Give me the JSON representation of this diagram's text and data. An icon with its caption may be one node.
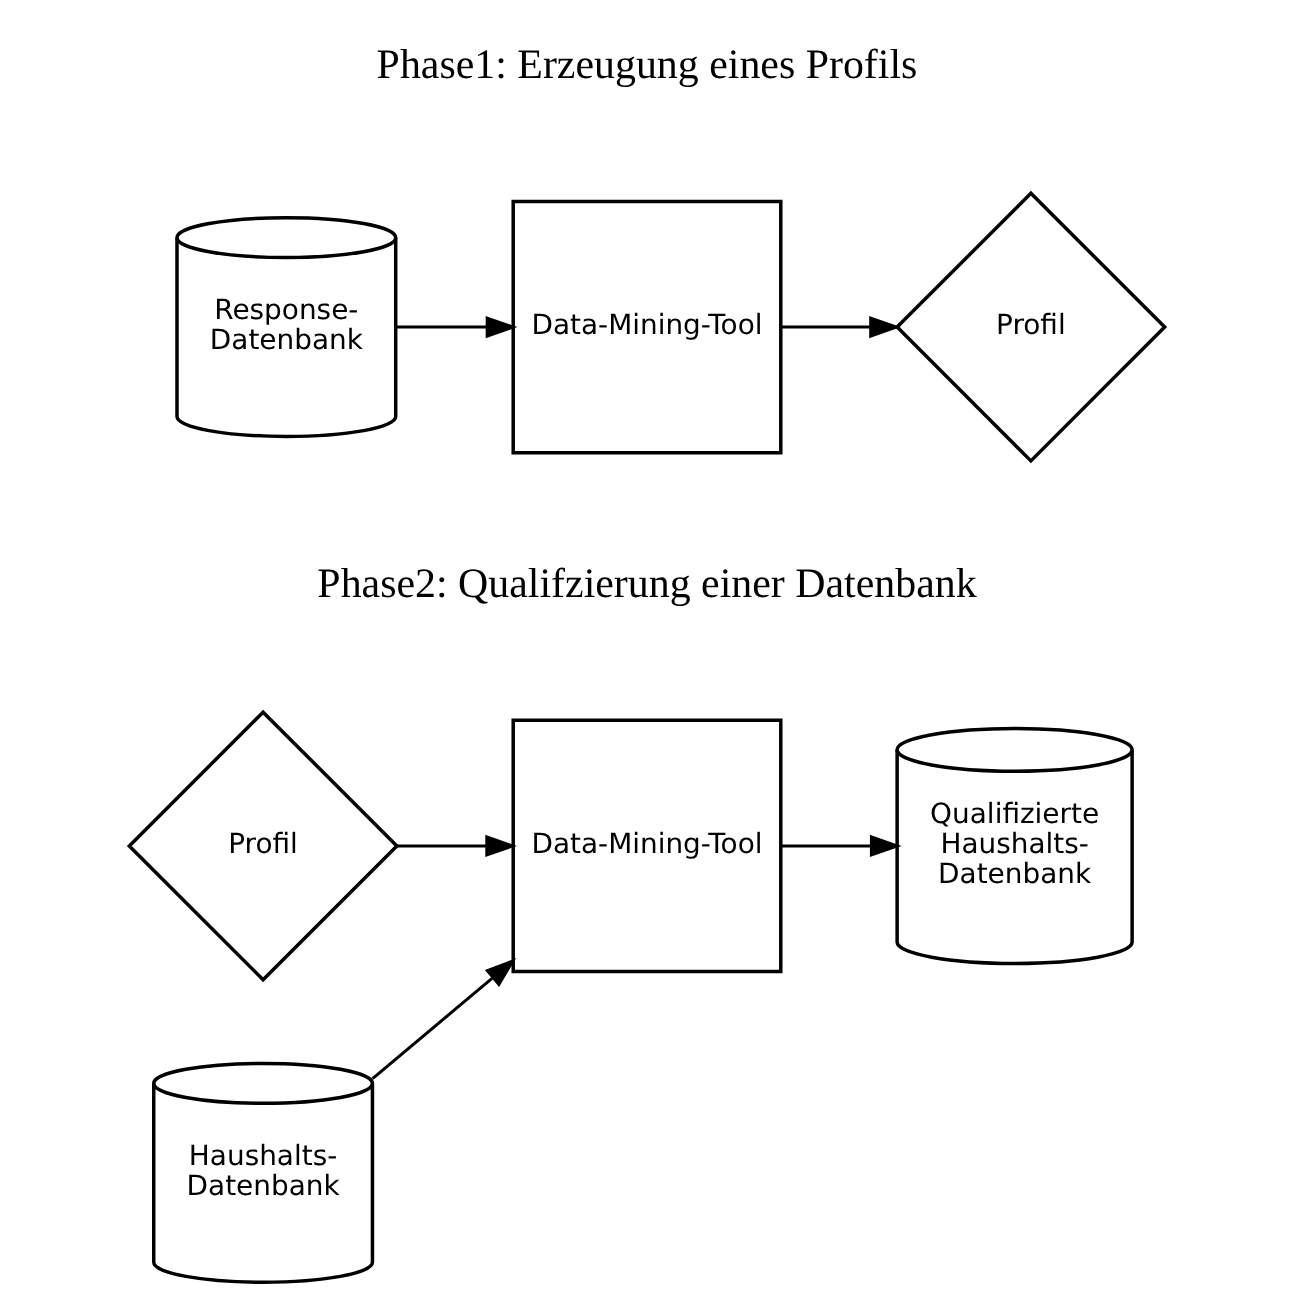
{
  "diagram": {
    "nodes": [
      {
        "text": [
          "Response-Datenbank"
        ]
      },
      {
        "text": [
          "Data-Mining-Tool"
        ]
      },
      {
        "text": [
          "Profil"
        ]
      },
      {
        "text": [
          "Profil"
        ]
      },
      {
        "text": [
          "Haushalts-Datenbank"
        ]
      },
      {
        "text": [
          "Data-Mining-Tool"
        ]
      },
      {
        "text": [
          "Qualifizierte Haushalts-Datenbank"
        ]
      }
    ],
    "edges": [
      {
        "from": 0,
        "to": 1,
        "arrow": "to"
      },
      {
        "from": 1,
        "to": 2,
        "arrow": "to"
      },
      {
        "from": 3,
        "to": 5,
        "arrow": "to"
      },
      {
        "from": 4,
        "to": 5,
        "arrow": "to"
      },
      {
        "from": 5,
        "to": 6,
        "arrow": "to"
      }
    ],
    "labels": [
      "Phase1: Erzeugung eines Profils",
      "Phase2: Qualifzierung einer Datenbank"
    ]
  }
}
